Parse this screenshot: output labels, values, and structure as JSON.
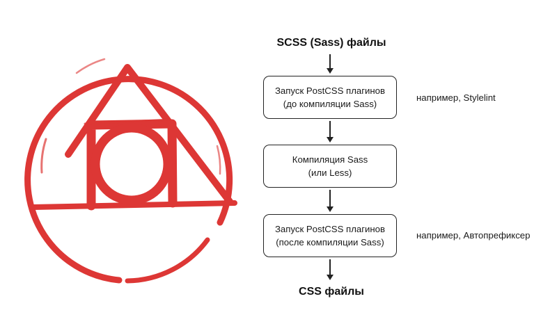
{
  "logo": {
    "icon": "postcss-alchemy-logo-icon",
    "color": "#dd3735"
  },
  "flow": {
    "input_label": "SCSS (Sass) файлы",
    "output_label": "CSS файлы",
    "steps": [
      {
        "line1": "Запуск PostCSS плагинов",
        "line2": "(до компиляции Sass)",
        "note": "например, Stylelint"
      },
      {
        "line1": "Компиляция Sass",
        "line2": "(или Less)",
        "note": ""
      },
      {
        "line1": "Запуск PostCSS плагинов",
        "line2": "(после компиляции Sass)",
        "note": "например, Автопрефиксер"
      }
    ],
    "line_color": "#222222"
  }
}
